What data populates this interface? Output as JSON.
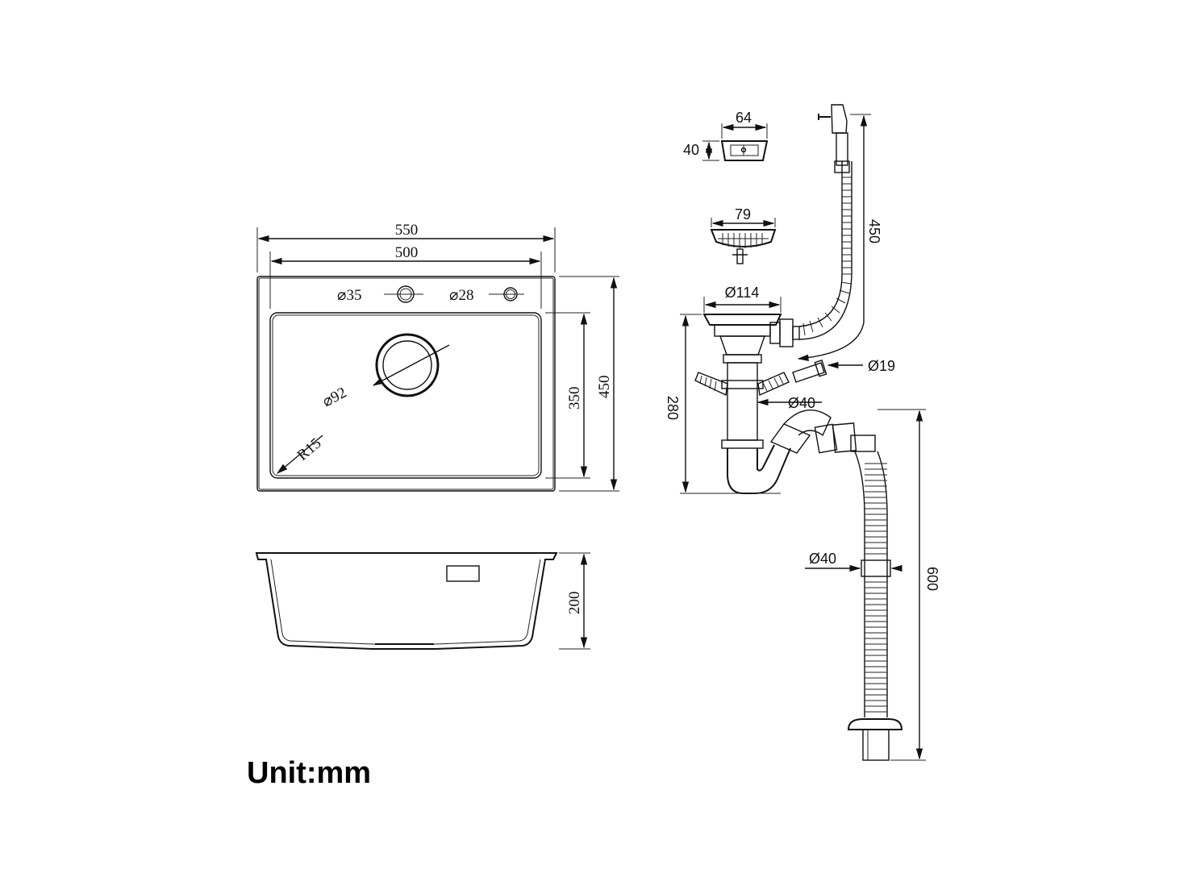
{
  "unit_label": "Unit:mm",
  "top_view": {
    "overall_width": "550",
    "inner_width": "500",
    "tap_hole": "⌀35",
    "soap_hole": "⌀28",
    "drain_hole": "⌀92",
    "corner_radius": "R15",
    "inner_depth": "350",
    "overall_depth": "450"
  },
  "side_view": {
    "bowl_depth": "200"
  },
  "overflow_cover": {
    "width": "64",
    "height": "40"
  },
  "strainer_basket": {
    "width": "79"
  },
  "drain_assembly": {
    "flange_diameter": "Ø114",
    "drain_height": "280",
    "overflow_hose_length": "450",
    "overflow_connector": "Ø19",
    "branch_diameter": "Ø40",
    "outlet_hose_diameter": "Ø40",
    "outlet_hose_length": "600"
  }
}
